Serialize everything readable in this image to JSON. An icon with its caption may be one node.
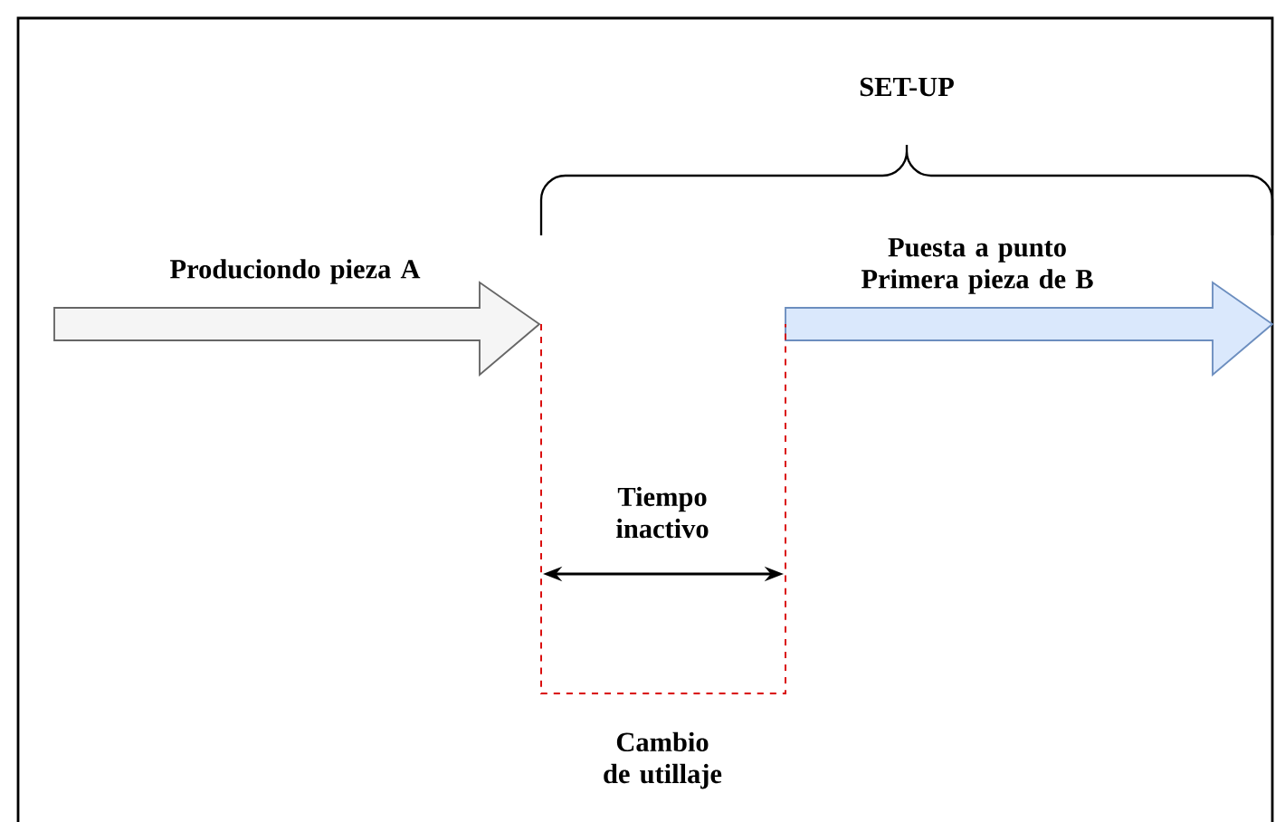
{
  "diagram": {
    "nodes": [
      {
        "text": [
          "Produciondo pieza A"
        ]
      },
      {
        "text": [
          "Puesta a punto Primera pieza de B"
        ]
      },
      {
        "text": [],
        "shape": "box",
        "beside": [
          "Cambio de utillaje"
        ]
      }
    ],
    "edges": [],
    "labels": [
      "SET-UP",
      "Tiempo inactivo"
    ]
  }
}
